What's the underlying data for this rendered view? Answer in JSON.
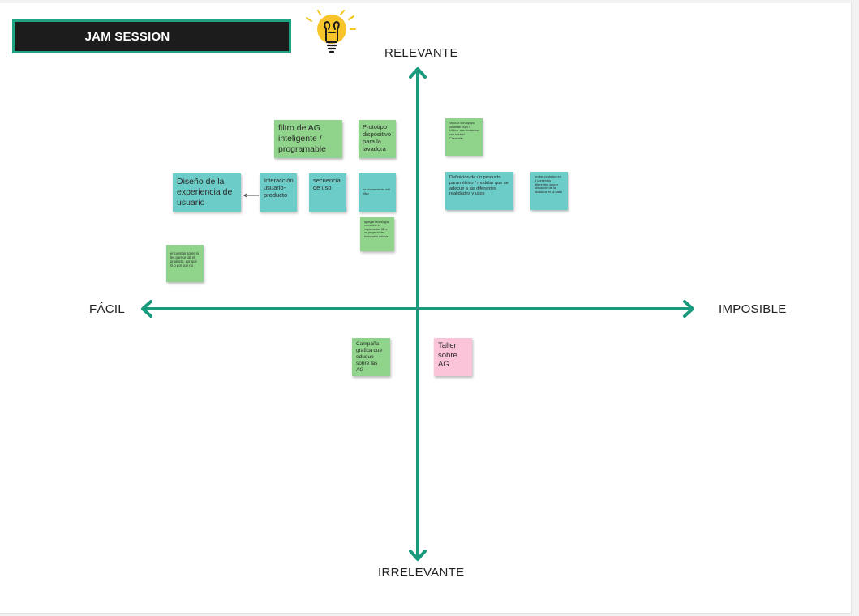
{
  "header": {
    "title": "JAM SESSION"
  },
  "axes": {
    "top": "RELEVANTE",
    "bottom": "IRRELEVANTE",
    "left": "FÁCIL",
    "right": "IMPOSIBLE",
    "color": "#1a9a7c"
  },
  "colors": {
    "green": "#8fd48a",
    "teal": "#6cccc8",
    "pink": "#fbc4d8"
  },
  "notes": {
    "filtro": "filtro de AG inteligente / programable",
    "prototipo": "Prototipo dispositivo para la lavadora",
    "vinculo": "Vinculo con apoyo urbanas HUB / Utilizar sus contactos con unidad Casavalle",
    "diseno": "Diseño de la experiencia de usuario",
    "interaccion": "Interacción usuario-producto",
    "secuencia": "secuencia de uso",
    "funcionamiento": "funcionamiento del filtro",
    "definicion": "Definición de un producto paramétrico / modular que se adecue a las diferentes realidades y usos",
    "probar": "probar prototipo en 3 contextos diferentes según ubicación de la lavadora en la casa",
    "agregar": "agregar tecnología como leer e implementar 3D a un proyecto de innovación urbana",
    "encuestas": "encuestas sobre si les parece útil el producto, por qué sí o por qué no",
    "campana": "Campaña grafica que eduque sobre las AG",
    "taller": "Taller sobre AG"
  }
}
